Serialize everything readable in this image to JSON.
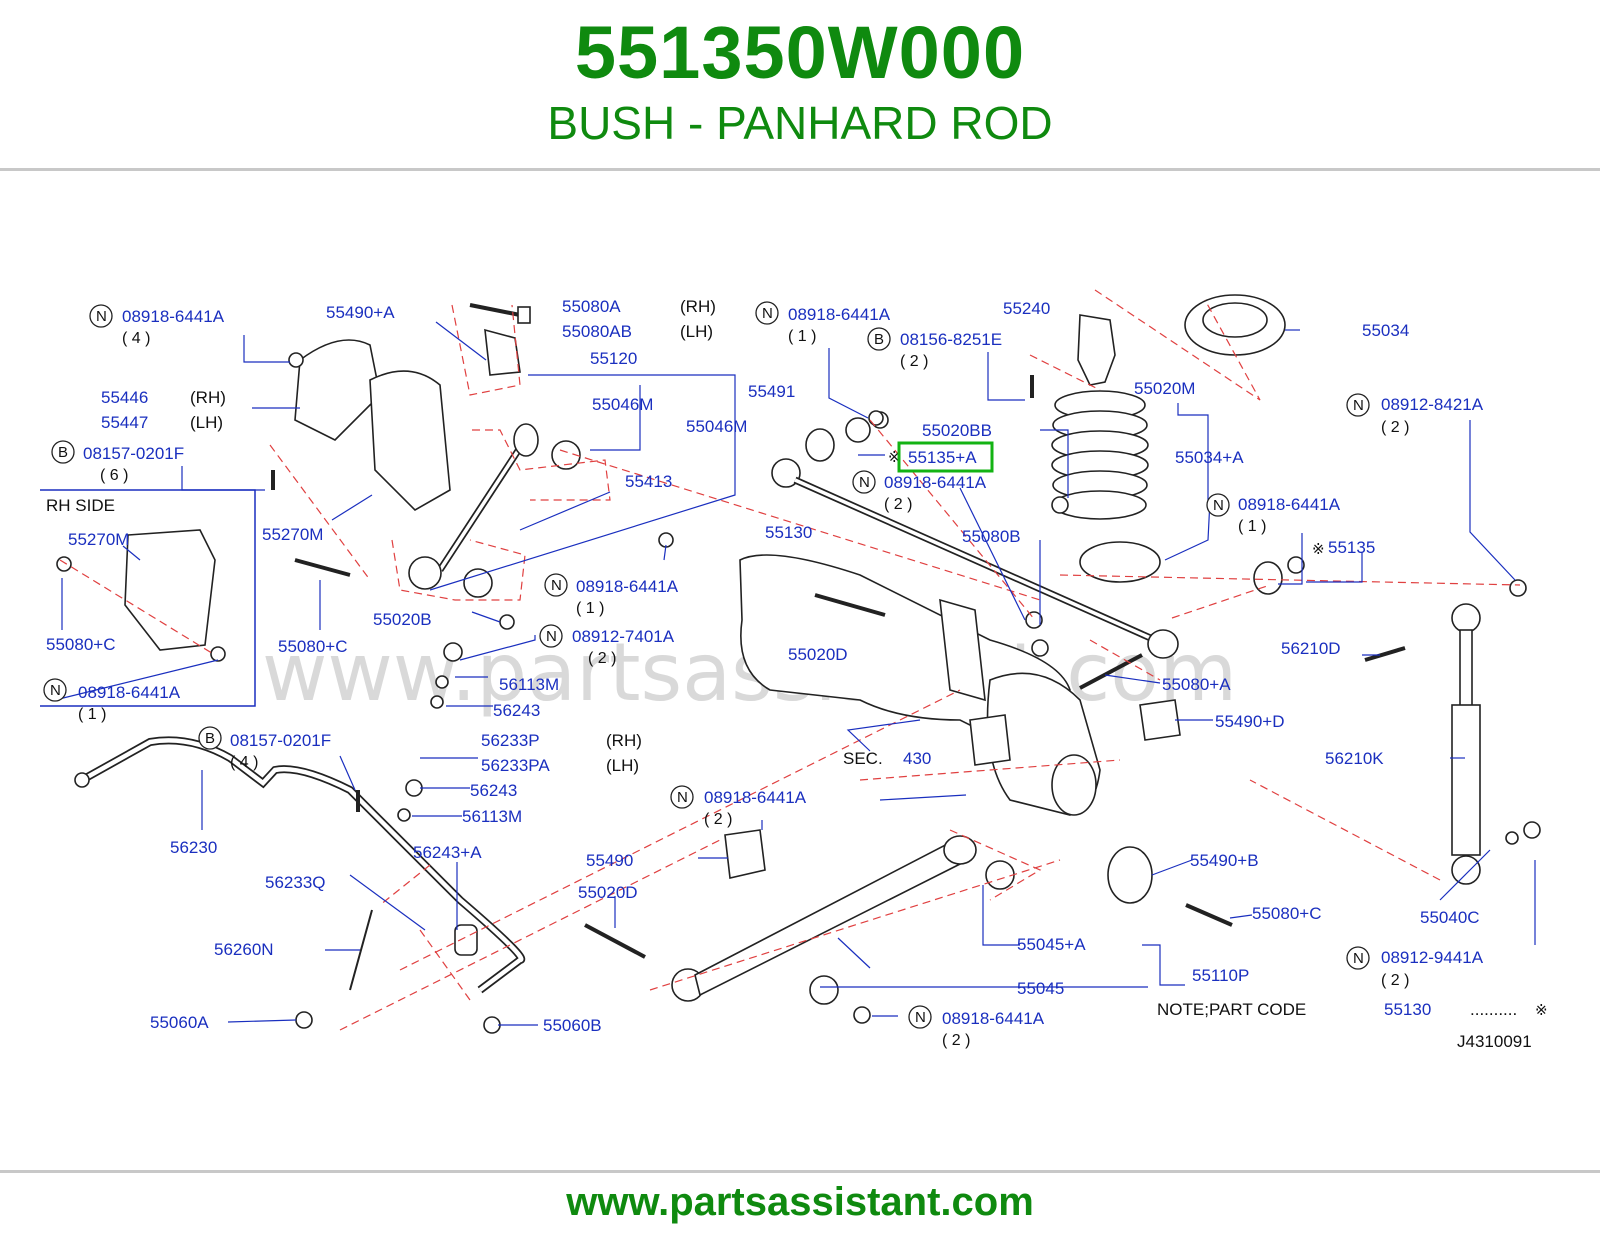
{
  "header": {
    "part_number": "551350W000",
    "part_name": "BUSH - PANHARD ROD"
  },
  "footer": {
    "url": "www.partsassistant.com"
  },
  "diagram": {
    "watermark": "www.partsassistant.com",
    "highlighted_part": "55135+A",
    "section_ref": {
      "prefix": "SEC.",
      "number": "430"
    },
    "rh_side_title": "RH   SIDE",
    "note": {
      "label": "NOTE;PART   CODE",
      "code": "55130",
      "dots": "..........",
      "symbol": "※"
    },
    "diagram_code": "J4310091",
    "labels": {
      "p08918_6441A_tl": "08918-6441A",
      "p55490A": "55490+A",
      "p55080A": "55080A",
      "p55080AB": "55080AB",
      "rh1": "(RH)",
      "lh1": "(LH)",
      "p55120": "55120",
      "p08918_6441A_tc": "08918-6441A",
      "p08156_8251E": "08156-8251E",
      "p55240": "55240",
      "p55034": "55034",
      "p55446": "55446",
      "p55447": "55447",
      "rh2": "(RH)",
      "lh2": "(LH)",
      "p55046M_a": "55046M",
      "p55046M_b": "55046M",
      "p55491": "55491",
      "p55020BB": "55020BB",
      "p55020M": "55020M",
      "p08912_8421A": "08912-8421A",
      "p08157_0201F_a": "08157-0201F",
      "p55135A": "55135+A",
      "p55034A": "55034+A",
      "p55413": "55413",
      "p08918_6441A_c": "08918-6441A",
      "p08918_6441A_r": "08918-6441A",
      "p55270M_a": "55270M",
      "p55130": "55130",
      "p55080B": "55080B",
      "p55135": "55135",
      "p55270M_b": "55270M",
      "p08918_6441A_m": "08918-6441A",
      "p55020B": "55020B",
      "p55080C_a": "55080+C",
      "p55080C_b": "55080+C",
      "p08912_7401A": "08912-7401A",
      "p55020D_a": "55020D",
      "p56210D": "56210D",
      "p56113M_a": "56113M",
      "p55080A_plus": "55080+A",
      "p08918_6441A_bl": "08918-6441A",
      "p56243_a": "56243",
      "p55490D": "55490+D",
      "p08157_0201F_b": "08157-0201F",
      "p56233P": "56233P",
      "rh3": "(RH)",
      "p56233PA": "56233PA",
      "lh3": "(LH)",
      "p56210K": "56210K",
      "p56243_b": "56243",
      "p08918_6441A_mb": "08918-6441A",
      "p56230": "56230",
      "p56113M_b": "56113M",
      "p56243A": "56243+A",
      "p55490": "55490",
      "p55490B": "55490+B",
      "p56233Q": "56233Q",
      "p55020D_b": "55020D",
      "p55080C_c": "55080+C",
      "p55040C": "55040C",
      "p56260N": "56260N",
      "p55045A": "55045+A",
      "p08912_9441A": "08912-9441A",
      "p55110P": "55110P",
      "p55045": "55045",
      "p55060A": "55060A",
      "p55060B": "55060B",
      "p08918_6441A_b": "08918-6441A"
    },
    "quantities": {
      "q4a": "( 4 )",
      "q1a": "( 1 )",
      "q2a": "( 2 )",
      "q2b": "( 2 )",
      "q6": "( 6 )",
      "q1b": "( 1 )",
      "q2c": "( 2 )",
      "q1c": "( 1 )",
      "q1d": "( 1 )",
      "q2d": "( 2 )",
      "q4b": "( 4 )",
      "q2e": "( 2 )",
      "q2f": "( 2 )",
      "q2g": "( 2 )"
    }
  }
}
